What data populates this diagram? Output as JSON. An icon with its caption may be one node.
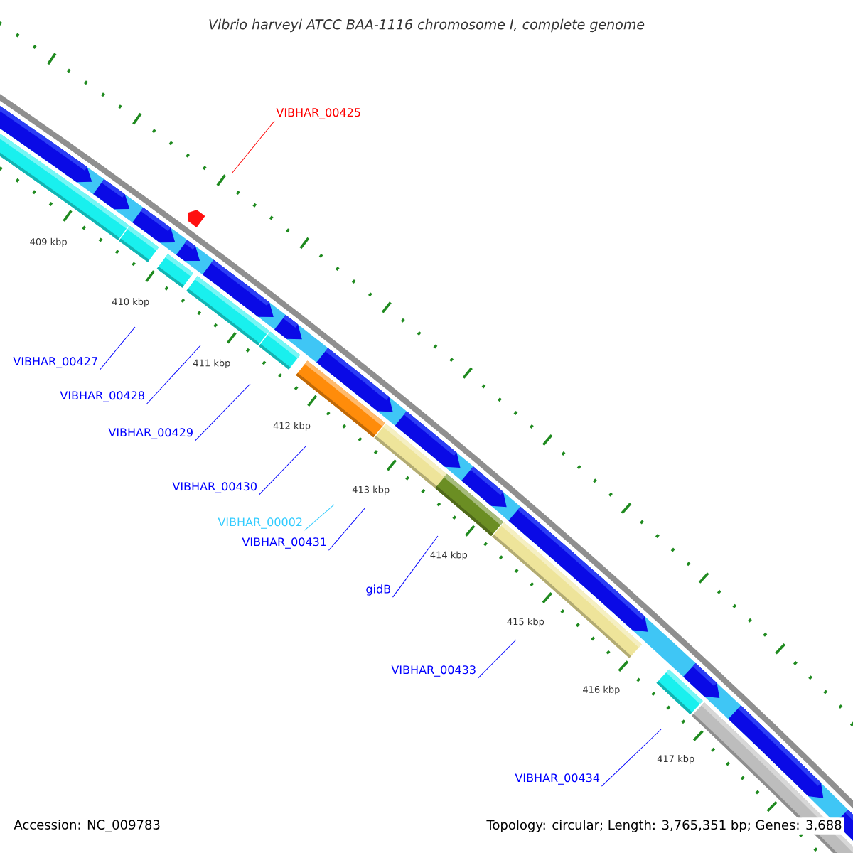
{
  "diagram": {
    "title": "Vibrio harveyi ATCC BAA-1116 chromosome I, complete genome",
    "nodes": [
      {
        "text": [
          "VIBHAR_00425"
        ]
      },
      {
        "text": [
          "VIBHAR_00427"
        ]
      },
      {
        "text": [
          "VIBHAR_00428"
        ]
      },
      {
        "text": [
          "VIBHAR_00429"
        ]
      },
      {
        "text": [
          "VIBHAR_00430"
        ]
      },
      {
        "text": [
          "VIBHAR_00002"
        ]
      },
      {
        "text": [
          "VIBHAR_00431"
        ]
      },
      {
        "text": [
          "gidB"
        ]
      },
      {
        "text": [
          "VIBHAR_00433"
        ]
      },
      {
        "text": [
          "VIBHAR_00434"
        ]
      }
    ],
    "edges": [
      {
        "from": 0,
        "to": null,
        "arrow": "none",
        "color": "#ff0000"
      },
      {
        "from": 1,
        "to": null,
        "arrow": "none"
      },
      {
        "from": 2,
        "to": null,
        "arrow": "none"
      },
      {
        "from": 3,
        "to": null,
        "arrow": "none"
      },
      {
        "from": 4,
        "to": null,
        "arrow": "none"
      },
      {
        "from": 5,
        "to": null,
        "arrow": "none",
        "color": "#33ccff"
      },
      {
        "from": 6,
        "to": null,
        "arrow": "none"
      },
      {
        "from": 7,
        "to": null,
        "arrow": "none"
      },
      {
        "from": 8,
        "to": null,
        "arrow": "none"
      },
      {
        "from": 9,
        "to": null,
        "arrow": "none"
      }
    ],
    "labels": [
      "409 kbp",
      "410 kbp",
      "411 kbp",
      "412 kbp",
      "413 kbp",
      "414 kbp",
      "415 kbp",
      "416 kbp",
      "417 kbp",
      "Accession: NC_009783",
      "Topology: circular; Length: 3,765,351 bp; Genes: 3,688"
    ]
  }
}
